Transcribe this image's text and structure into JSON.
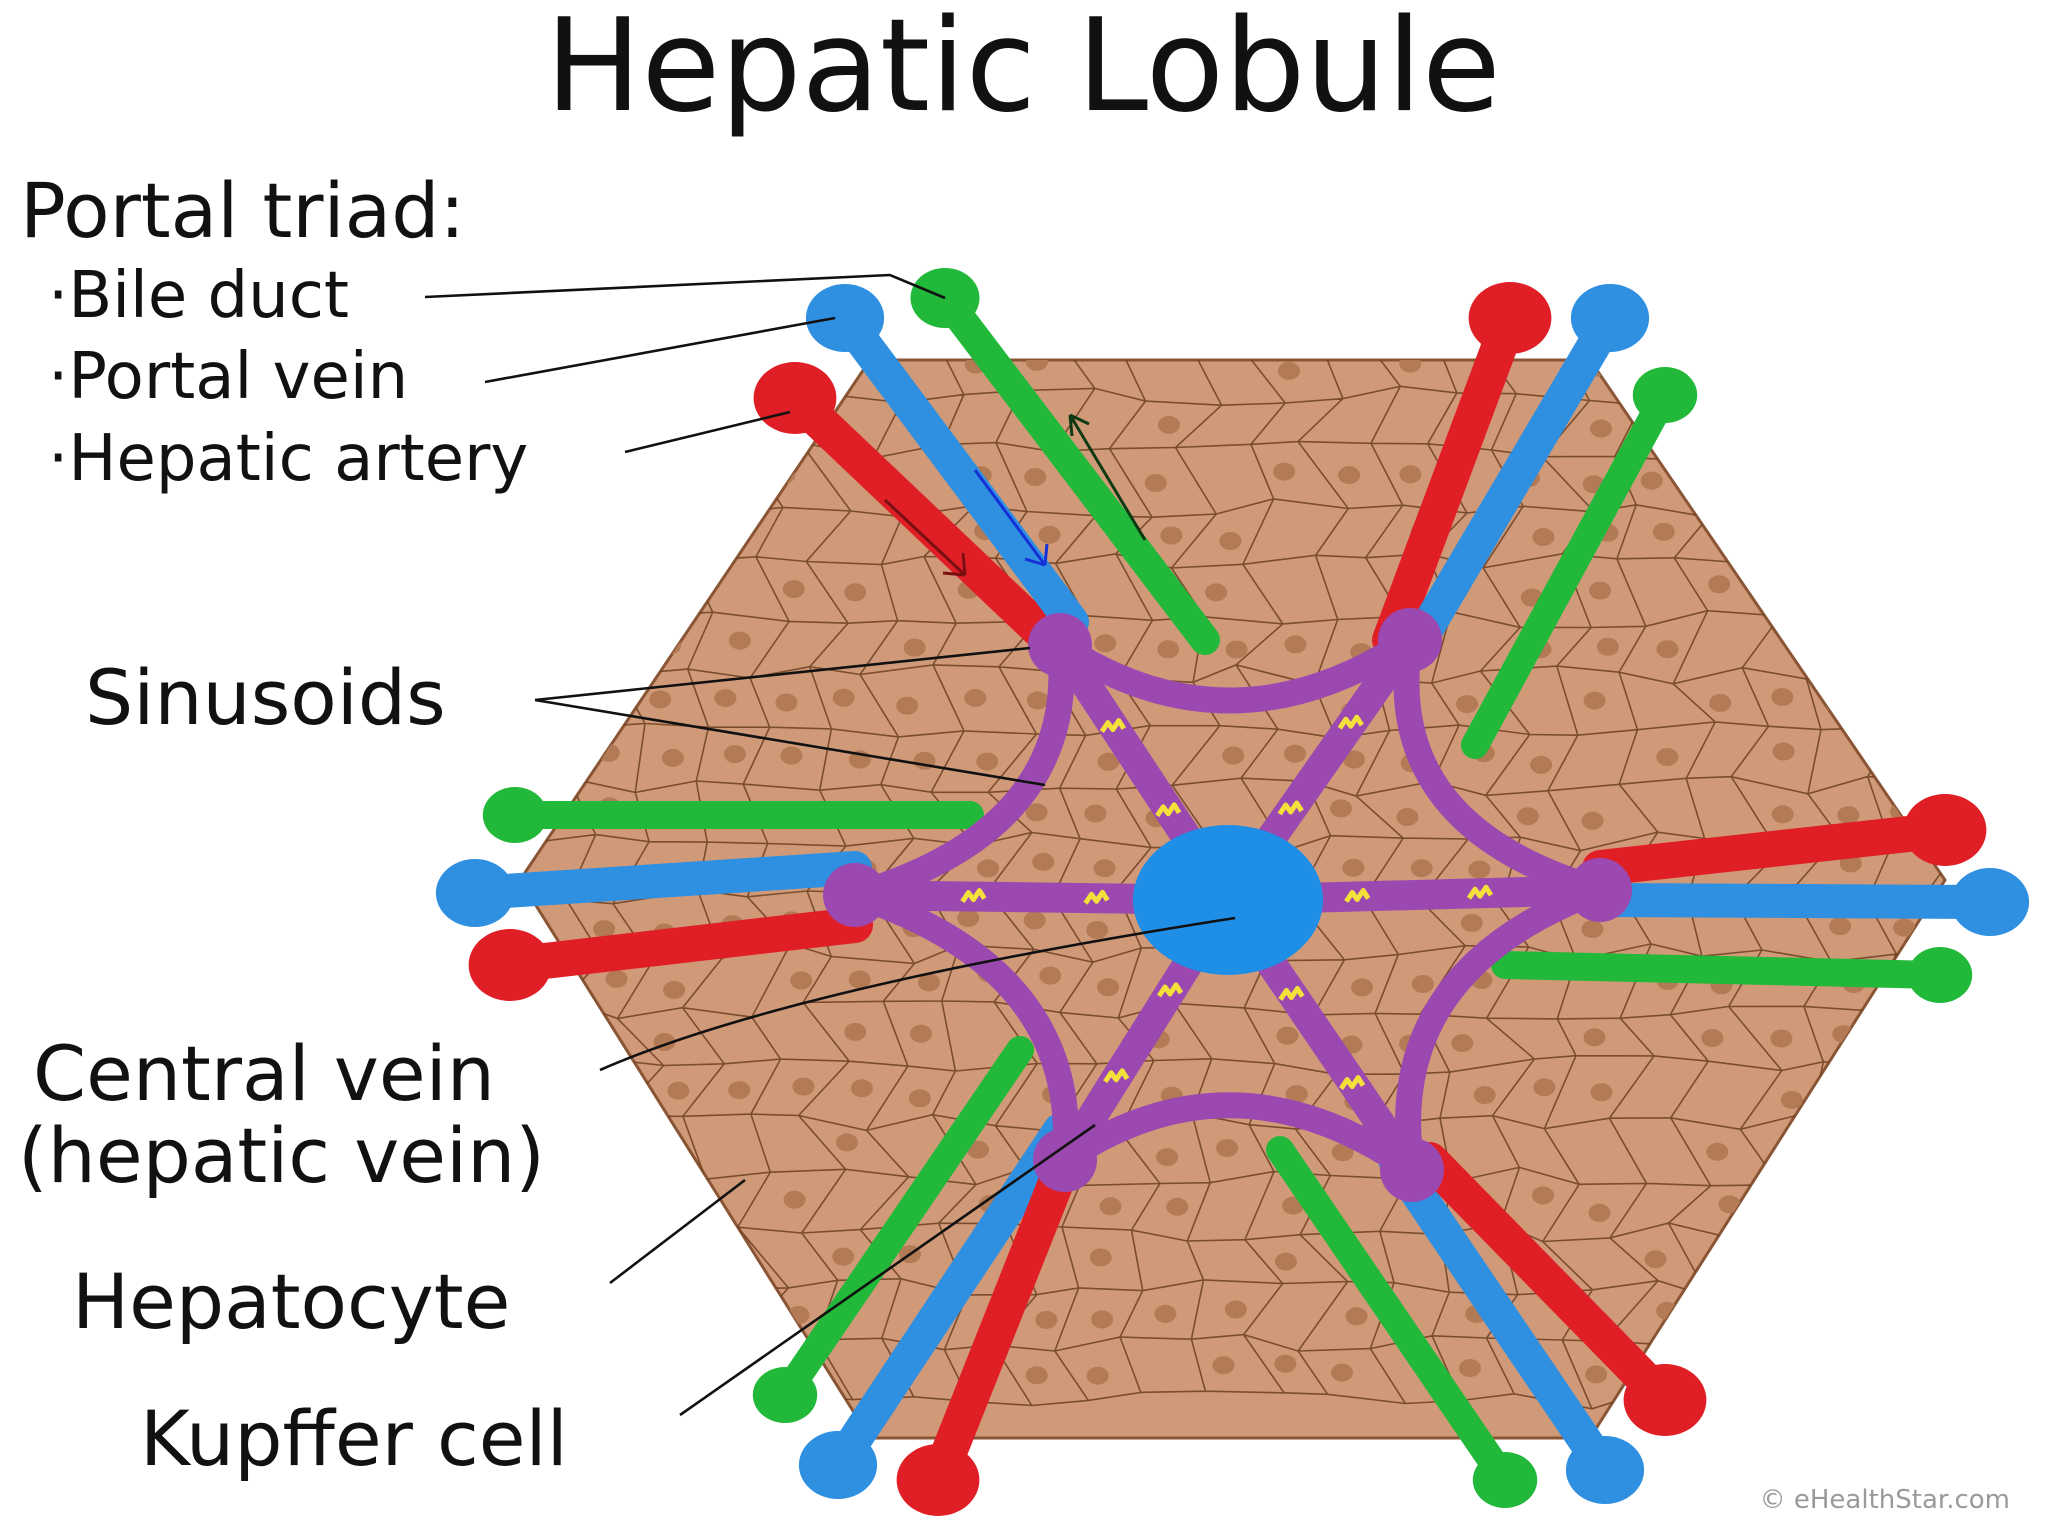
{
  "title": "Hepatic Lobule",
  "labels": {
    "portal_triad": "Portal triad:",
    "bile_duct": "·Bile duct",
    "portal_vein": "·Portal vein",
    "hepatic_artery": "·Hepatic artery",
    "sinusoids": "Sinusoids",
    "central_vein_1": "Central vein",
    "central_vein_2": "(hepatic vein)",
    "hepatocyte": "Hepatocyte",
    "kupffer_cell": "Kupffer cell"
  },
  "credit": "© eHealthStar.com",
  "colors": {
    "hepatocyte_fill": "#d09a78",
    "hepatocyte_outline": "#6b3f22",
    "nucleus": "#b37a56",
    "sinusoid": "#9b49b0",
    "kupffer": "#f4e03a",
    "portal_vein": "#2f8fe0",
    "hepatic_artery": "#e01e26",
    "bile_duct": "#22b83a",
    "central_vein": "#1f8ee6"
  }
}
